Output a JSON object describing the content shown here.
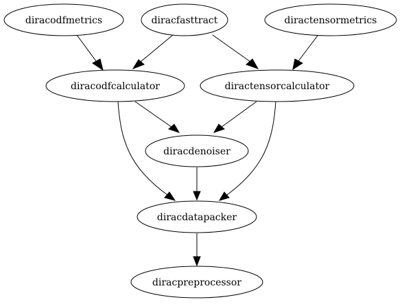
{
  "graph": {
    "type": "directed-graph",
    "nodes": [
      {
        "id": "diracodfmetrics",
        "label": "diracodfmetrics"
      },
      {
        "id": "diracfasttract",
        "label": "diracfasttract"
      },
      {
        "id": "diractensormetrics",
        "label": "diractensormetrics"
      },
      {
        "id": "diracodfcalculator",
        "label": "diracodfcalculator"
      },
      {
        "id": "diractensorcalculator",
        "label": "diractensorcalculator"
      },
      {
        "id": "diracdenoiser",
        "label": "diracdenoiser"
      },
      {
        "id": "diracdatapacker",
        "label": "diracdatapacker"
      },
      {
        "id": "diracpreprocessor",
        "label": "diracpreprocessor"
      }
    ],
    "edges": [
      {
        "from": "diracodfmetrics",
        "to": "diracodfcalculator"
      },
      {
        "from": "diracfasttract",
        "to": "diracodfcalculator"
      },
      {
        "from": "diracfasttract",
        "to": "diractensorcalculator"
      },
      {
        "from": "diractensormetrics",
        "to": "diractensorcalculator"
      },
      {
        "from": "diracodfcalculator",
        "to": "diracdenoiser"
      },
      {
        "from": "diractensorcalculator",
        "to": "diracdenoiser"
      },
      {
        "from": "diracodfcalculator",
        "to": "diracdatapacker"
      },
      {
        "from": "diractensorcalculator",
        "to": "diracdatapacker"
      },
      {
        "from": "diracdenoiser",
        "to": "diracdatapacker"
      },
      {
        "from": "diracdatapacker",
        "to": "diracpreprocessor"
      }
    ]
  }
}
